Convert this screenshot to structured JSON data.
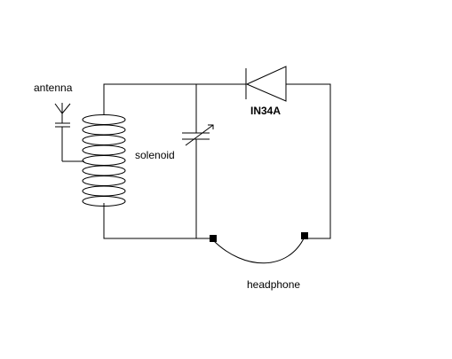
{
  "labels": {
    "antenna": "antenna",
    "diode": "IN34A",
    "coil": "solenoid",
    "earpiece": "headphone"
  },
  "colors": {
    "wire": "#000000",
    "background": "#ffffff"
  }
}
